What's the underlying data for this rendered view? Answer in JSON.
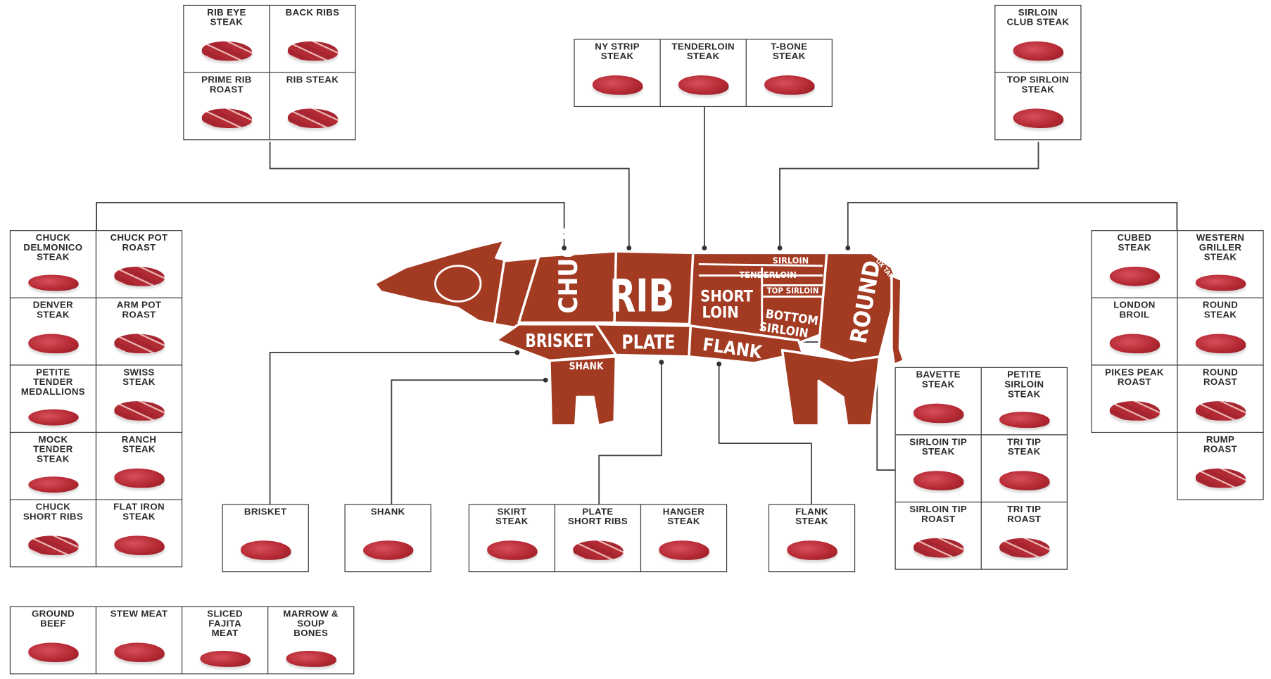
{
  "colors": {
    "cow": "#a33a22",
    "border": "#333333",
    "meat": "#b62a34"
  },
  "cow": {
    "chuck": "CHUCK",
    "rib": "RIB",
    "short_loin": "SHORT",
    "short_loin2": "LOIN",
    "sirloin": "SIRLOIN",
    "tenderloin": "TENDERLOIN",
    "top_sirloin": "TOP SIRLOIN",
    "bottom_sirloin": "BOTTOM",
    "bottom_sirloin2": "SIRLOIN",
    "round": "ROUND",
    "ox_tail": "OX TAIL",
    "brisket": "BRISKET",
    "plate": "PLATE",
    "flank": "FLANK",
    "shank": "SHANK"
  },
  "groups": [
    {
      "name": "rib-cuts",
      "cells": [
        "RIB EYE\nSTEAK",
        "BACK RIBS",
        "PRIME RIB\nROAST",
        "RIB STEAK"
      ]
    },
    {
      "name": "loin-cuts",
      "cells": [
        "NY STRIP\nSTEAK",
        "TENDERLOIN\nSTEAK",
        "T-BONE\nSTEAK"
      ]
    },
    {
      "name": "sirloin-cuts",
      "cells": [
        "SIRLOIN\nCLUB STEAK",
        "TOP SIRLOIN\nSTEAK"
      ]
    },
    {
      "name": "chuck-cuts",
      "cells": [
        "CHUCK\nDELMONICO\nSTEAK",
        "CHUCK POT\nROAST",
        "DENVER\nSTEAK",
        "ARM POT\nROAST",
        "PETITE\nTENDER\nMEDALLIONS",
        "SWISS\nSTEAK",
        "MOCK\nTENDER\nSTEAK",
        "RANCH\nSTEAK",
        "CHUCK\nSHORT RIBS",
        "FLAT IRON\nSTEAK"
      ]
    },
    {
      "name": "brisket-cuts",
      "cells": [
        "BRISKET"
      ]
    },
    {
      "name": "shank-cuts",
      "cells": [
        "SHANK"
      ]
    },
    {
      "name": "plate-cuts",
      "cells": [
        "SKIRT\nSTEAK",
        "PLATE\nSHORT RIBS",
        "HANGER\nSTEAK"
      ]
    },
    {
      "name": "flank-cuts",
      "cells": [
        "FLANK\nSTEAK"
      ]
    },
    {
      "name": "bottom-sirloin-cuts",
      "cells": [
        "BAVETTE\nSTEAK",
        "PETITE\nSIRLOIN\nSTEAK",
        "SIRLOIN TIP\nSTEAK",
        "TRI TIP\nSTEAK",
        "SIRLOIN TIP\nROAST",
        "TRI TIP\nROAST"
      ]
    },
    {
      "name": "round-cuts",
      "cells": [
        "CUBED\nSTEAK",
        "WESTERN\nGRILLER\nSTEAK",
        "LONDON\nBROIL",
        "ROUND\nSTEAK",
        "PIKES PEAK\nROAST",
        "ROUND\nROAST",
        "RUMP\nROAST"
      ]
    },
    {
      "name": "other-cuts",
      "cells": [
        "GROUND\nBEEF",
        "STEW MEAT",
        "SLICED\nFAJITA\nMEAT",
        "MARROW &\nSOUP\nBONES"
      ]
    }
  ]
}
